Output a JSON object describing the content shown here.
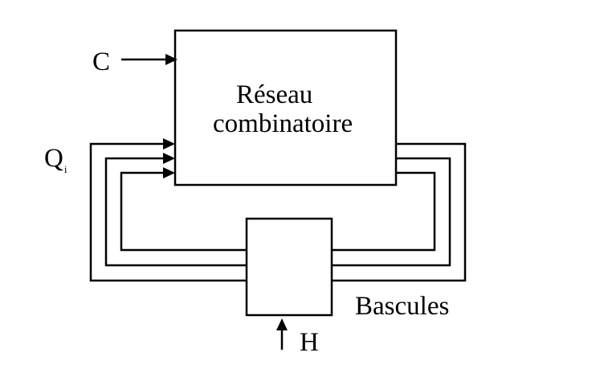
{
  "diagram": {
    "combinational_block": {
      "line1": "Réseau",
      "line2": "combinatoire"
    },
    "flipflop_block": {
      "label": "Bascules"
    },
    "inputs": {
      "control": "C",
      "state": "Q",
      "state_subscript": "i",
      "clock": "H"
    }
  },
  "colors": {
    "stroke": "#000000",
    "background": "#ffffff"
  }
}
